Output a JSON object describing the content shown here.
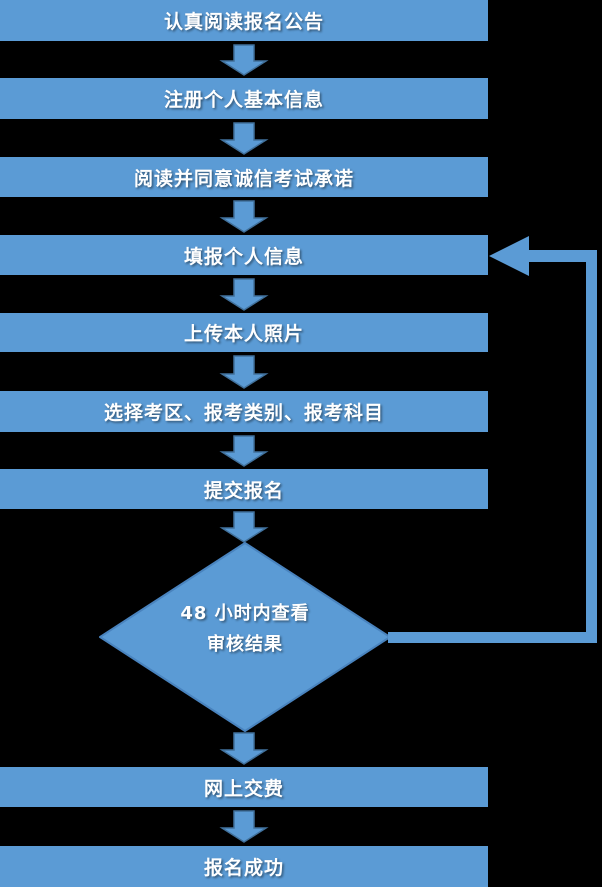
{
  "diagram": {
    "background": "#000000",
    "shape_fill": "#5B9BD5",
    "shape_border": "#41719C",
    "diamond_border": "#4983BE",
    "text_color": "#FFFFFF",
    "steps": [
      {
        "label": "认真阅读报名公告"
      },
      {
        "label": "注册个人基本信息"
      },
      {
        "label": "阅读并同意诚信考试承诺"
      },
      {
        "label": "填报个人信息"
      },
      {
        "label": "上传本人照片"
      },
      {
        "label": "选择考区、报考类别、报考科目"
      },
      {
        "label": "提交报名"
      },
      {
        "label": "网上交费"
      },
      {
        "label": "报名成功"
      }
    ],
    "decision": {
      "line1": "48 小时内查看",
      "line2": "审核结果"
    }
  }
}
